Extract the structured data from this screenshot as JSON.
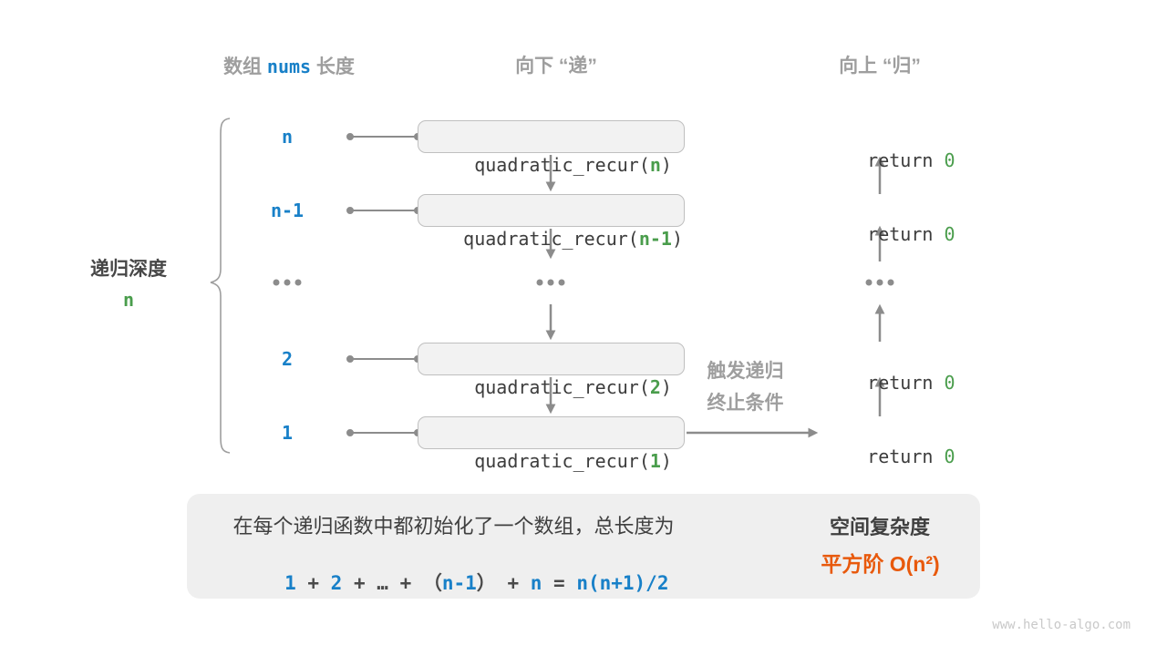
{
  "colors": {
    "accent_blue": "#1880C8",
    "accent_green": "#4A9D4C",
    "accent_orange": "#E8590C",
    "gray_label": "#9E9E9E",
    "dark_text": "#3C3C3C",
    "arrow_gray": "#8C8C8C",
    "box_fill": "#F2F2F2",
    "summary_fill": "#EFEFEF"
  },
  "headers": {
    "col1_prefix": "数组 ",
    "col1_code": "nums",
    "col1_suffix": " 长度",
    "col2": "向下 “递”",
    "col3": "向上 “归”"
  },
  "depth": {
    "label": "递归深度",
    "value": "n"
  },
  "code": {
    "func": "quadratic_recur",
    "open": "(",
    "close": ")"
  },
  "ret": {
    "keyword": "return ",
    "value": "0"
  },
  "rows": [
    {
      "label": "n",
      "arg": "n"
    },
    {
      "label": "n-1",
      "arg": "n-1"
    },
    {
      "label": "2",
      "arg": "2"
    },
    {
      "label": "1",
      "arg": "1"
    }
  ],
  "trigger": {
    "line1": "触发递归",
    "line2": "终止条件"
  },
  "summary": {
    "line1": "在每个递归函数中都初始化了一个数组，总长度为",
    "formula": [
      "1",
      " + ",
      "2",
      " + ",
      "…",
      " + ",
      "（",
      "n-1",
      "）",
      " + ",
      "n",
      " = ",
      "n(n+1)/2"
    ],
    "result_title": "空间复杂度",
    "result_value": "平方阶 O(n²)"
  },
  "watermark": "www.hello-algo.com"
}
